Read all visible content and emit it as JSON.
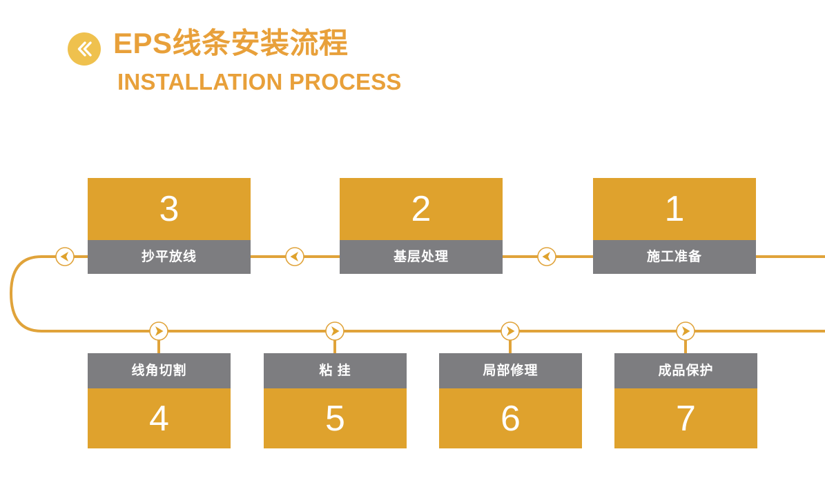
{
  "header": {
    "icon": "double-chevron-left-icon",
    "title_cn": "EPS线条安装流程",
    "title_en": "INSTALLATION PROCESS",
    "accent_color": "#E8A03A",
    "icon_bg_color": "#EFC14E"
  },
  "theme": {
    "orange": "#DFA22D",
    "gray": "#7D7D80",
    "line": "#E0A33A",
    "background": "#FFFFFF",
    "text_on_fill": "#FFFFFF"
  },
  "flow": {
    "direction_top_row": "right-to-left",
    "direction_bottom_row": "left-to-right",
    "top_row": [
      {
        "number": "3",
        "label": "抄平放线",
        "arrow": "arrow-left-circle-icon"
      },
      {
        "number": "2",
        "label": "基层处理",
        "arrow": "arrow-left-circle-icon"
      },
      {
        "number": "1",
        "label": "施工准备",
        "arrow": "arrow-left-circle-icon"
      }
    ],
    "bottom_row": [
      {
        "number": "4",
        "label": "线角切割",
        "arrow": "arrow-right-circle-icon"
      },
      {
        "number": "5",
        "label": "粘 挂",
        "arrow": "arrow-right-circle-icon"
      },
      {
        "number": "6",
        "label": "局部修理",
        "arrow": "arrow-right-circle-icon"
      },
      {
        "number": "7",
        "label": "成品保护",
        "arrow": "arrow-right-circle-icon"
      }
    ]
  }
}
